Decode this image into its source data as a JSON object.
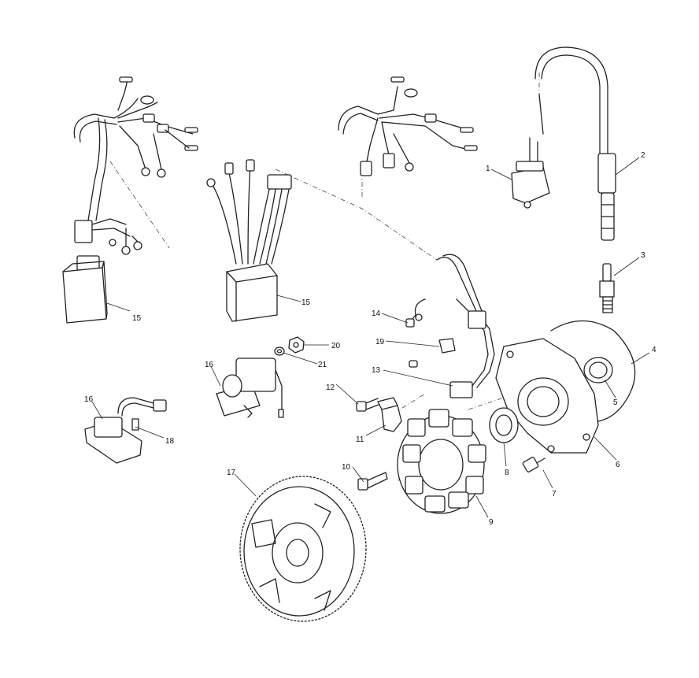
{
  "callouts": [
    {
      "id": "c1",
      "text": "1"
    },
    {
      "id": "c2",
      "text": "2"
    },
    {
      "id": "c3",
      "text": "3"
    },
    {
      "id": "c4",
      "text": "4"
    },
    {
      "id": "c5",
      "text": "5"
    },
    {
      "id": "c6",
      "text": "6"
    },
    {
      "id": "c7",
      "text": "7"
    },
    {
      "id": "c8",
      "text": "8"
    },
    {
      "id": "c9",
      "text": "9"
    },
    {
      "id": "c10",
      "text": "10"
    },
    {
      "id": "c11",
      "text": "11"
    },
    {
      "id": "c12",
      "text": "12"
    },
    {
      "id": "c13",
      "text": "13"
    },
    {
      "id": "c14",
      "text": "14"
    },
    {
      "id": "c15a",
      "text": "15"
    },
    {
      "id": "c15b",
      "text": "15"
    },
    {
      "id": "c16a",
      "text": "16"
    },
    {
      "id": "c16b",
      "text": "16"
    },
    {
      "id": "c17",
      "text": "17"
    },
    {
      "id": "c18",
      "text": "18"
    },
    {
      "id": "c19",
      "text": "19"
    },
    {
      "id": "c20",
      "text": "20"
    },
    {
      "id": "c21",
      "text": "21"
    }
  ]
}
